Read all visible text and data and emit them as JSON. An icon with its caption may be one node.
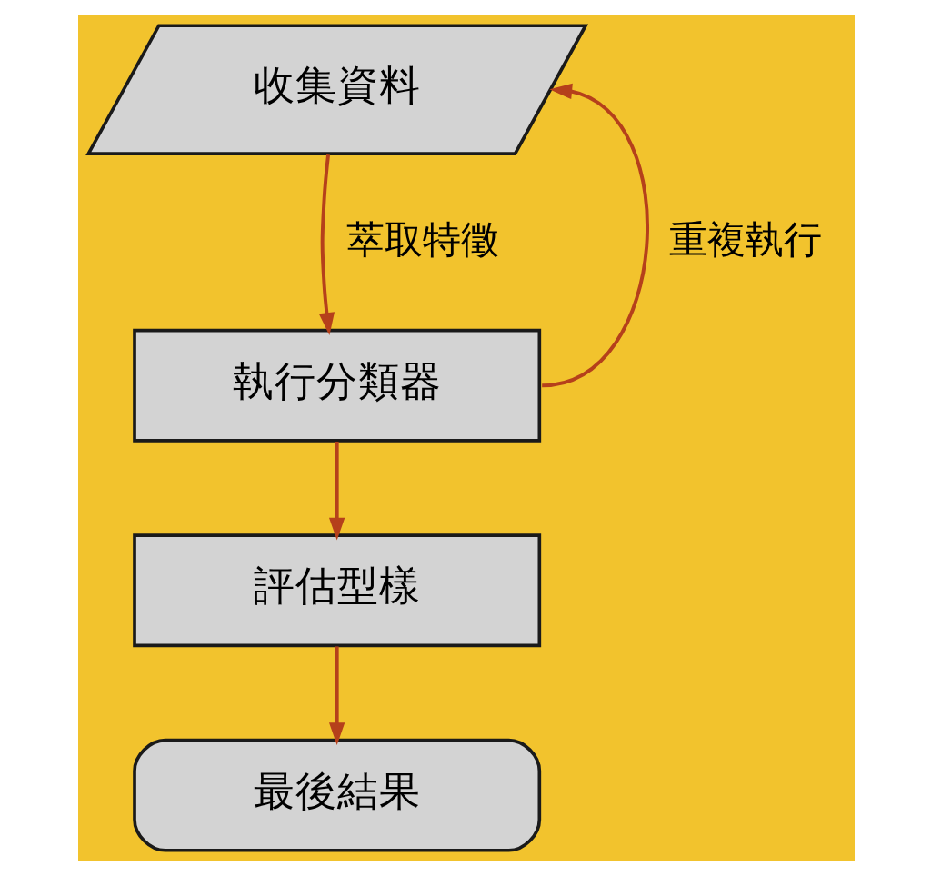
{
  "diagram": {
    "nodes": [
      {
        "text": [
          "收集資料"
        ]
      },
      {
        "text": [
          "執行分類器"
        ]
      },
      {
        "text": [
          "評估型樣"
        ]
      },
      {
        "text": [
          "最後結果"
        ]
      }
    ],
    "edges": [
      {
        "from": 0,
        "to": 1,
        "arrow": "to",
        "label": "萃取特徵"
      },
      {
        "from": 1,
        "to": 0,
        "arrow": "to",
        "label": "重複執行"
      },
      {
        "from": 1,
        "to": 2,
        "arrow": "to"
      },
      {
        "from": 2,
        "to": 3,
        "arrow": "to"
      }
    ]
  }
}
